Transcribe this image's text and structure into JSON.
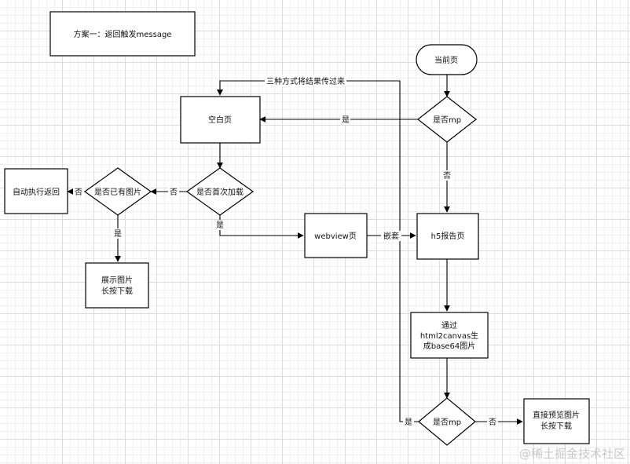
{
  "nodes": {
    "plan": "方案一：返回触发message",
    "current": "当前页",
    "is_mp_top": "是否mp",
    "blank": "空白页",
    "first_load": "是否首次加载",
    "has_image": "是否已有图片",
    "auto_return": "自动执行返回",
    "show_image": [
      "展示图片",
      "长按下载"
    ],
    "webview": "webview页",
    "h5": "h5报告页",
    "html2canvas": [
      "通过",
      "html2canvas生",
      "成base64图片"
    ],
    "is_mp_bottom": "是否mp",
    "preview": [
      "直接预览图片",
      "长按下载"
    ]
  },
  "edges": {
    "three_ways": "三种方式将结果传过来",
    "yes": "是",
    "no": "否",
    "embed": "嵌套"
  },
  "watermark": "@稀土掘金技术社区"
}
